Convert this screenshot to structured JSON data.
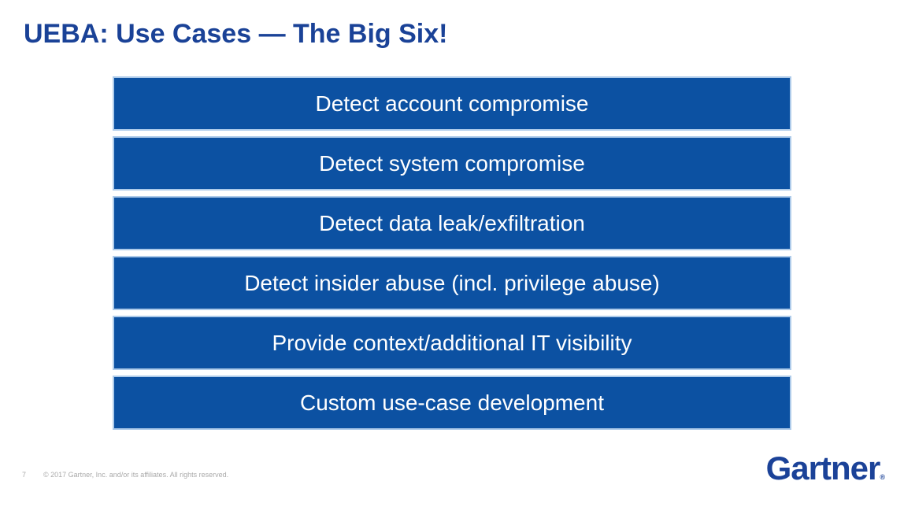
{
  "slide": {
    "title": "UEBA: Use Cases — The Big Six!",
    "use_cases": [
      "Detect account compromise",
      "Detect system compromise",
      "Detect data leak/exfiltration",
      "Detect insider abuse (incl. privilege abuse)",
      "Provide context/additional IT visibility",
      "Custom use-case development"
    ],
    "footer": {
      "page_number": "7",
      "copyright": "© 2017 Gartner, Inc. and/or its affiliates. All rights reserved."
    },
    "logo": {
      "text": "Gartner",
      "registered_mark": "®"
    },
    "colors": {
      "title_text": "#1a4297",
      "bar_fill": "#0c51a2",
      "bar_border": "#aecbea",
      "bar_text": "#ffffff",
      "footer_text": "#aaaaaa",
      "logo_text": "#1b4298"
    }
  }
}
